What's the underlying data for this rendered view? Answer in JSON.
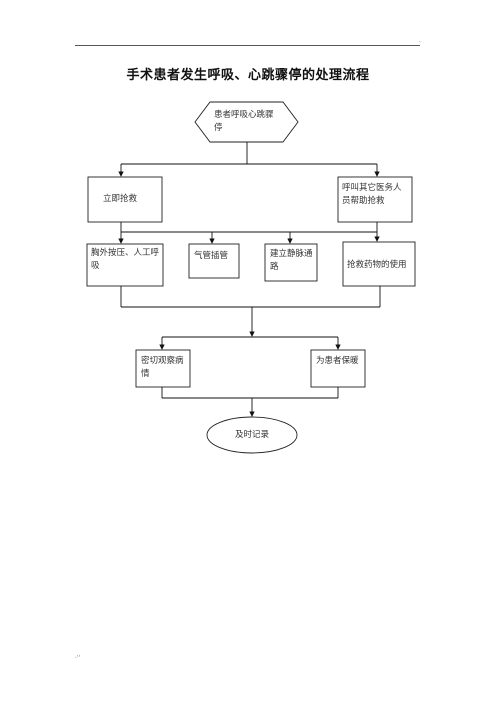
{
  "header": {
    "mark": "."
  },
  "footer": {
    "mark": "·''"
  },
  "title": "手术患者发生呼吸、心跳骤停的处理流程",
  "nodes": {
    "start": "患者呼吸心跳骤停",
    "rescue": "立即抢救",
    "call_help": "呼叫其它医务人员帮助抢救",
    "cpr": "胸外按压、人工呼吸",
    "intubation": "气管插管",
    "iv_access": "建立静脉通路",
    "drugs": "抢救药物的使用",
    "observe": "密切观察病情",
    "warm": "为患者保暖",
    "record": "及时记录"
  }
}
